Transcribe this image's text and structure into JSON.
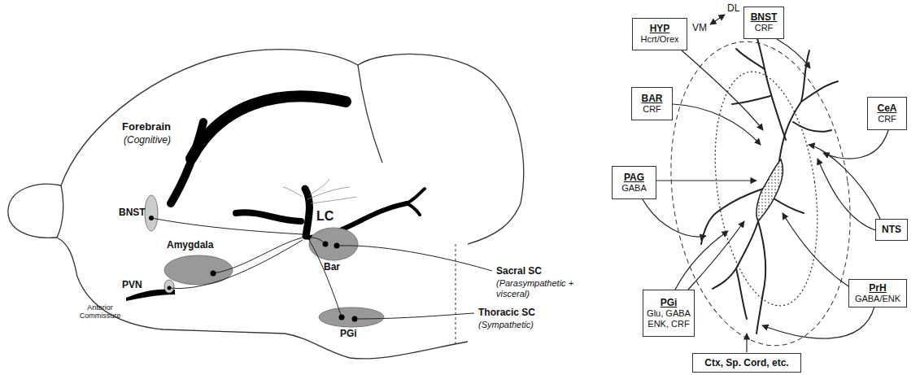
{
  "diagram": {
    "nodes": [
      {
        "text": [
          "HYP",
          "Hcrt/Orex"
        ]
      },
      {
        "text": [
          "BNST",
          "CRF"
        ]
      },
      {
        "text": [
          "BAR",
          "CRF"
        ]
      },
      {
        "text": [
          "CeA",
          "CRF"
        ]
      },
      {
        "text": [
          "PAG",
          "GABA"
        ]
      },
      {
        "text": [
          "NTS"
        ]
      },
      {
        "text": [
          "PGi",
          "Glu, GABA ENK, CRF"
        ]
      },
      {
        "text": [
          "PrH",
          "GABA/ENK"
        ]
      },
      {
        "text": [
          "Ctx, Sp. Cord, etc."
        ]
      }
    ],
    "labels": [
      "Forebrain",
      "(Cognitive)",
      "BNST",
      "Amygdala",
      "PVN",
      "Anterior Commissure",
      "LC",
      "Bar",
      "PGi",
      "Sacral SC",
      "(Parasympathetic + visceral)",
      "Thoracic SC",
      "(Sympathetic)",
      "DL",
      "VM"
    ]
  }
}
